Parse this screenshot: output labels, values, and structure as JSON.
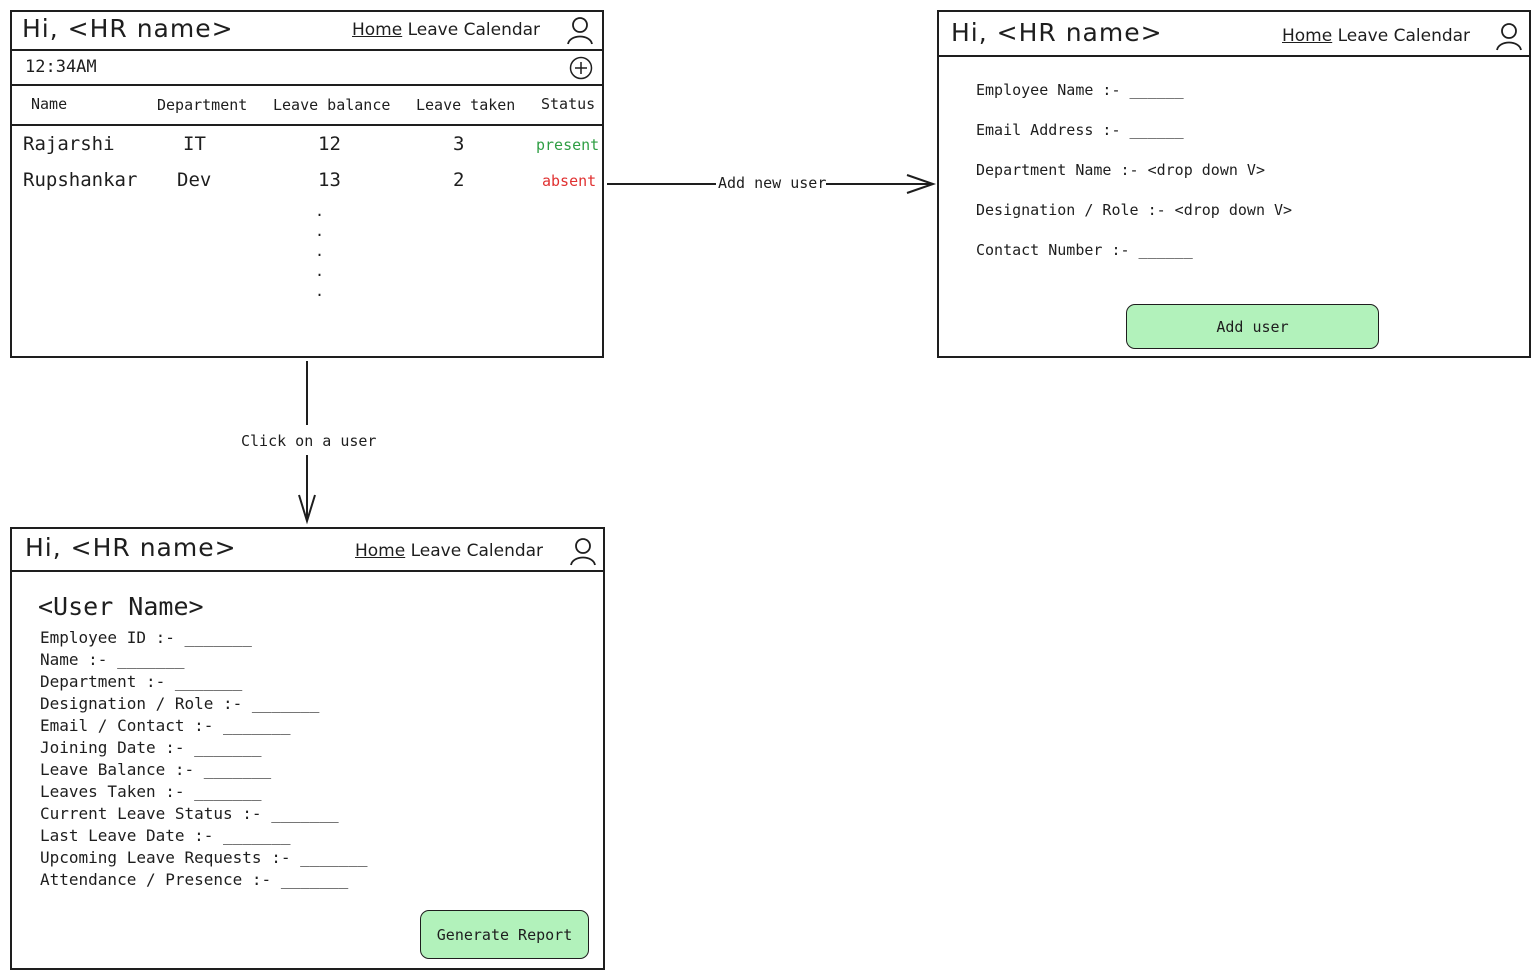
{
  "header": {
    "greeting": "Hi, <HR name>",
    "nav_home": "Home",
    "nav_leave": "Leave",
    "nav_calendar": "Calendar"
  },
  "dashboard": {
    "time": "12:34AM",
    "columns": [
      "Name",
      "Department",
      "Leave balance",
      "Leave taken",
      "Status"
    ],
    "rows": [
      {
        "name": "Rajarshi",
        "department": "IT",
        "leave_balance": "12",
        "leave_taken": "3",
        "status": "present"
      },
      {
        "name": "Rupshankar",
        "department": "Dev",
        "leave_balance": "13",
        "leave_taken": "2",
        "status": "absent"
      }
    ],
    "ellipsis": [
      ".",
      ".",
      ".",
      ".",
      "."
    ]
  },
  "add_user_form": {
    "fields": [
      "Employee Name :- ______",
      "Email Address :- ______",
      "Department Name :- <drop down V>",
      "Designation / Role :- <drop down V>",
      "Contact Number :- ______"
    ],
    "submit_label": "Add user"
  },
  "profile": {
    "title": "<User Name>",
    "fields": [
      "Employee ID :- _______",
      "Name :- _______",
      "Department :- _______",
      "Designation / Role :- _______",
      "Email / Contact :- _______",
      "Joining Date :- _______",
      "Leave Balance :- _______",
      "Leaves Taken :- _______",
      "Current Leave Status :- _______",
      "Last Leave Date :- _______",
      "Upcoming Leave Requests :- _______",
      "Attendance / Presence :- _______"
    ],
    "report_label": "Generate Report"
  },
  "flows": {
    "add_new_user": "Add new user",
    "click_on_user": "Click on a user"
  },
  "colors": {
    "stroke": "#1e1e1e",
    "present": "#2f9e44",
    "absent": "#e03131",
    "button_fill": "#b2f2bb"
  }
}
